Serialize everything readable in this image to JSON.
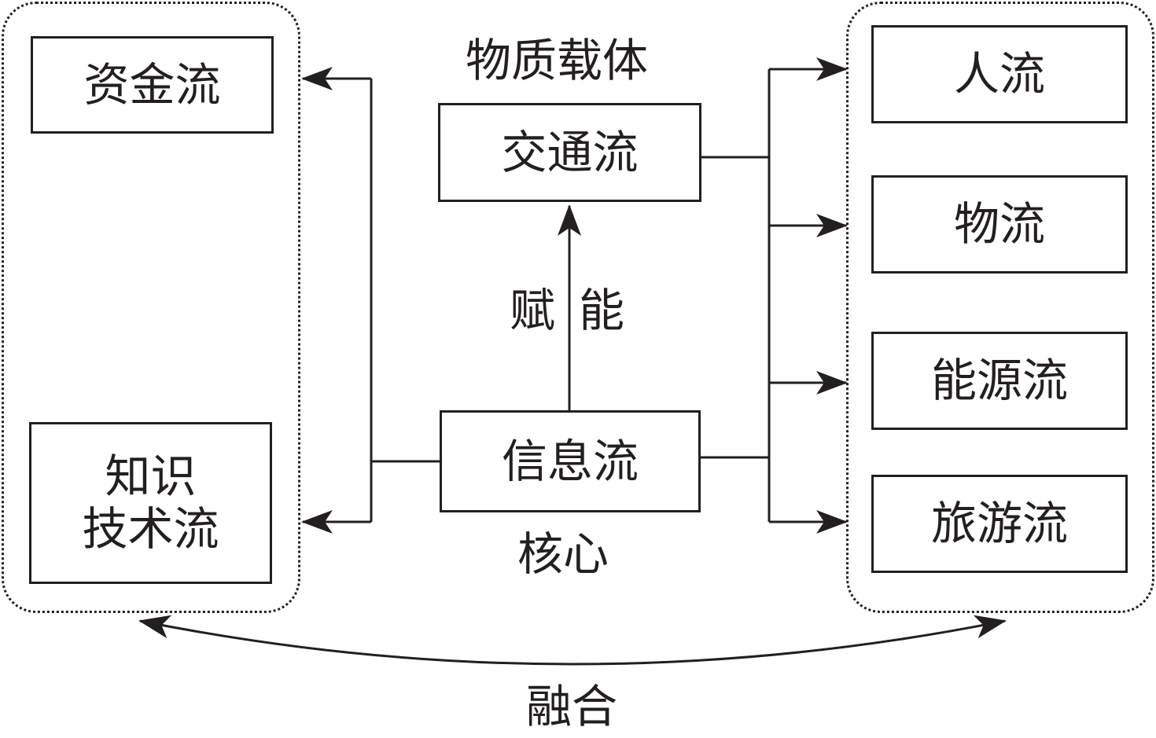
{
  "left_group": {
    "boxes": [
      "资金流"
    ],
    "knowledge_box": [
      "知识",
      "技术流"
    ]
  },
  "center": {
    "top_label": "物质载体",
    "traffic_box": "交通流",
    "empower_label_1": "赋",
    "empower_label_2": "能",
    "info_box": "信息流",
    "core_label": "核心"
  },
  "right_group": {
    "boxes": [
      "人流",
      "物流",
      "能源流",
      "旅游流"
    ]
  },
  "bottom_label": "融合"
}
